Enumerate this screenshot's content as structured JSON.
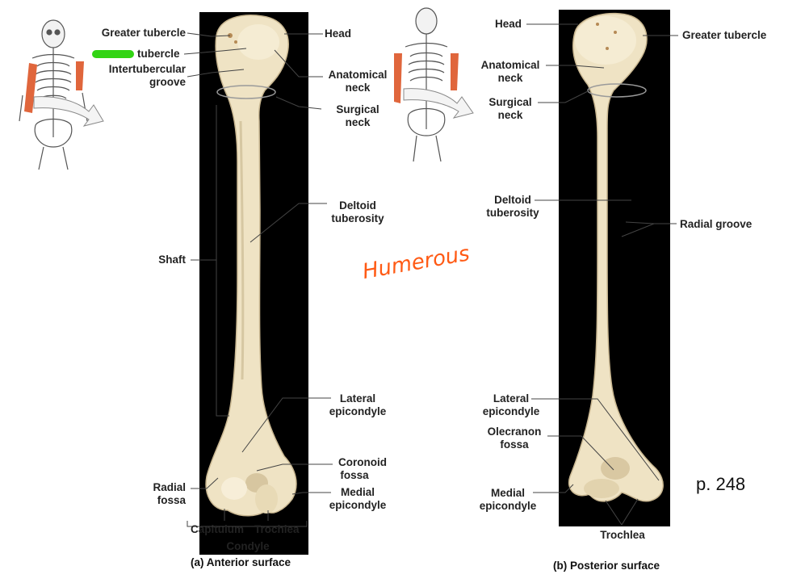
{
  "handwritten_note": "Humerous",
  "page_reference": "p. 248",
  "colors": {
    "panel_background": "#000000",
    "bone": "#efe3c4",
    "highlighter": "#32d414",
    "note_ink": "#ff5a14",
    "highlight_bone": "#e0663c"
  },
  "anterior": {
    "caption": "(a) Anterior surface",
    "labels": {
      "greater_tubercle": "Greater tubercle",
      "lesser_tubercle": "tubercle",
      "intertubercular_groove_1": "Intertubercular",
      "intertubercular_groove_2": "groove",
      "head": "Head",
      "anatomical_neck_1": "Anatomical",
      "anatomical_neck_2": "neck",
      "surgical_neck_1": "Surgical",
      "surgical_neck_2": "neck",
      "deltoid_tuberosity_1": "Deltoid",
      "deltoid_tuberosity_2": "tuberosity",
      "shaft": "Shaft",
      "lateral_epicondyle_1": "Lateral",
      "lateral_epicondyle_2": "epicondyle",
      "coronoid_fossa_1": "Coronoid",
      "coronoid_fossa_2": "fossa",
      "radial_fossa_1": "Radial",
      "radial_fossa_2": "fossa",
      "medial_epicondyle_1": "Medial",
      "medial_epicondyle_2": "epicondyle",
      "capitulum": "Capitulum",
      "trochlea": "Trochlea",
      "condyle": "Condyle"
    }
  },
  "posterior": {
    "caption": "(b) Posterior surface",
    "labels": {
      "head": "Head",
      "greater_tubercle": "Greater tubercle",
      "anatomical_neck_1": "Anatomical",
      "anatomical_neck_2": "neck",
      "surgical_neck_1": "Surgical",
      "surgical_neck_2": "neck",
      "deltoid_tuberosity_1": "Deltoid",
      "deltoid_tuberosity_2": "tuberosity",
      "radial_groove": "Radial groove",
      "lateral_epicondyle_1": "Lateral",
      "lateral_epicondyle_2": "epicondyle",
      "olecranon_fossa_1": "Olecranon",
      "olecranon_fossa_2": "fossa",
      "medial_epicondyle_1": "Medial",
      "medial_epicondyle_2": "epicondyle",
      "trochlea": "Trochlea"
    }
  }
}
